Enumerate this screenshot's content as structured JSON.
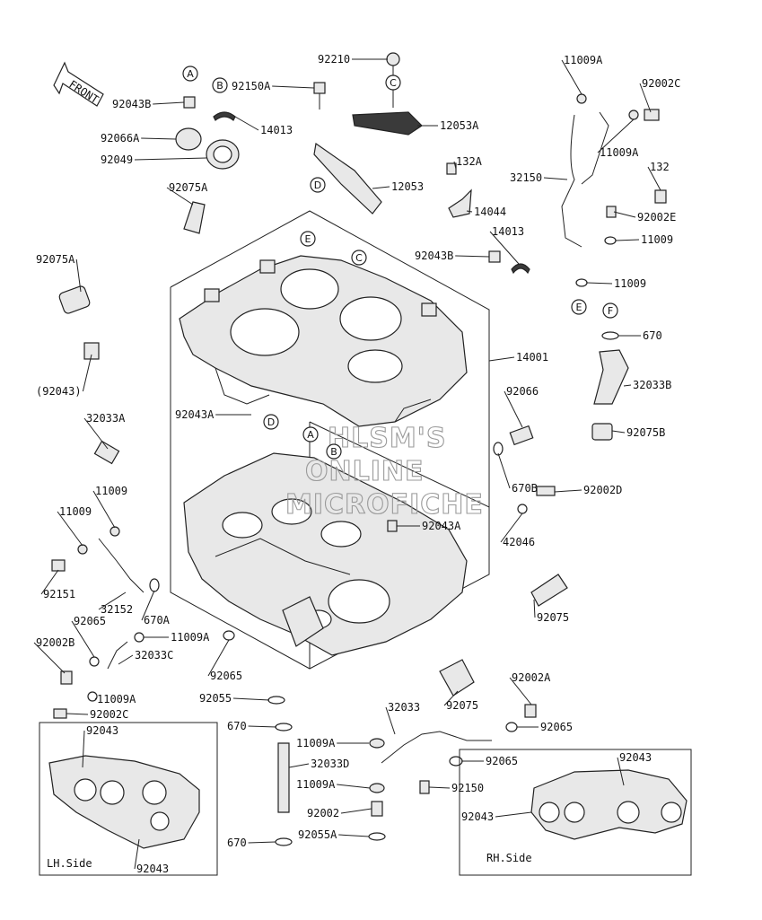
{
  "diagram": {
    "front_label": "FRONT",
    "watermark": [
      "HLSM'S",
      "ONLINE",
      "MICROFICHE"
    ],
    "side_labels": {
      "lh": "LH.Side",
      "rh": "RH.Side"
    },
    "callouts": [
      "A",
      "B",
      "C",
      "D",
      "E",
      "F"
    ],
    "parts": [
      "92043B",
      "92066A",
      "92049",
      "92075A",
      "92150A",
      "14013",
      "92210",
      "12053A",
      "12053",
      "132A",
      "14044",
      "14013",
      "92043B",
      "92075A",
      "(92043)",
      "14001",
      "11009A",
      "92002C",
      "11009A",
      "32150",
      "132",
      "92002E",
      "11009",
      "11009",
      "670",
      "32033B",
      "92075B",
      "32033A",
      "92043A",
      "92066",
      "670B",
      "92002D",
      "92043A",
      "42046",
      "11009",
      "11009",
      "92151",
      "32152",
      "670A",
      "92065",
      "92002B",
      "11009A",
      "32033C",
      "11009A",
      "92065",
      "92075",
      "92075",
      "92002A",
      "92065",
      "32033",
      "92002C",
      "92055",
      "670",
      "11009A",
      "32033D",
      "92065",
      "11009A",
      "92150",
      "92002",
      "92055A",
      "670",
      "92043",
      "92043",
      "92043",
      "92043"
    ]
  }
}
